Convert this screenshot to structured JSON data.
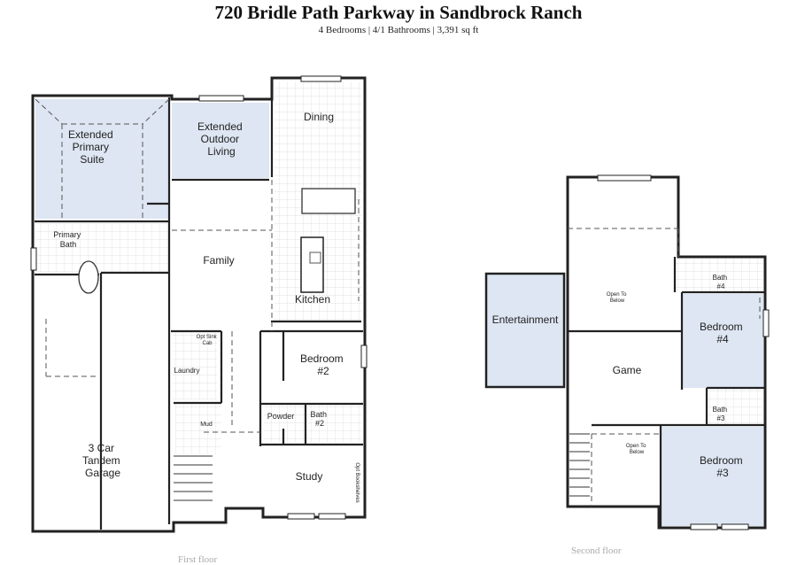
{
  "header": {
    "title": "720 Bridle Path Parkway in Sandbrock Ranch",
    "subtitle": "4 Bedrooms | 4/1 Bathrooms | 3,391 sq ft"
  },
  "colors": {
    "wall": "#222222",
    "highlight": "#dde6f2",
    "grid": "#d8d8d8",
    "dash": "#555555",
    "caption": "#aaaaaa"
  },
  "first_floor": {
    "caption": "First floor",
    "rooms": {
      "extended_primary_suite": [
        "Extended",
        "Primary",
        "Suite"
      ],
      "extended_outdoor_living": [
        "Extended",
        "Outdoor",
        "Living"
      ],
      "dining": [
        "Dining"
      ],
      "primary_bath": [
        "Primary",
        "Bath"
      ],
      "family": [
        "Family"
      ],
      "kitchen": [
        "Kitchen"
      ],
      "laundry": [
        "Laundry"
      ],
      "opt_sink_cab": [
        "Opt Sink",
        "Cab"
      ],
      "bedroom_2": [
        "Bedroom",
        "#2"
      ],
      "powder": [
        "Powder"
      ],
      "bath_2": [
        "Bath",
        "#2"
      ],
      "mud": [
        "Mud"
      ],
      "garage": [
        "3 Car",
        "Tandem",
        "Garage"
      ],
      "study": [
        "Study"
      ],
      "opt_bookshelves": [
        "Opt Bookshelves"
      ]
    }
  },
  "second_floor": {
    "caption": "Second floor",
    "rooms": {
      "entertainment": [
        "Entertainment"
      ],
      "open_to_below_top": [
        "Open To",
        "Below"
      ],
      "game": [
        "Game"
      ],
      "bath_4": [
        "Bath",
        "#4"
      ],
      "bedroom_4": [
        "Bedroom",
        "#4"
      ],
      "bath_3": [
        "Bath",
        "#3"
      ],
      "open_to_below_bottom": [
        "Open To",
        "Below"
      ],
      "bedroom_3": [
        "Bedroom",
        "#3"
      ]
    }
  }
}
